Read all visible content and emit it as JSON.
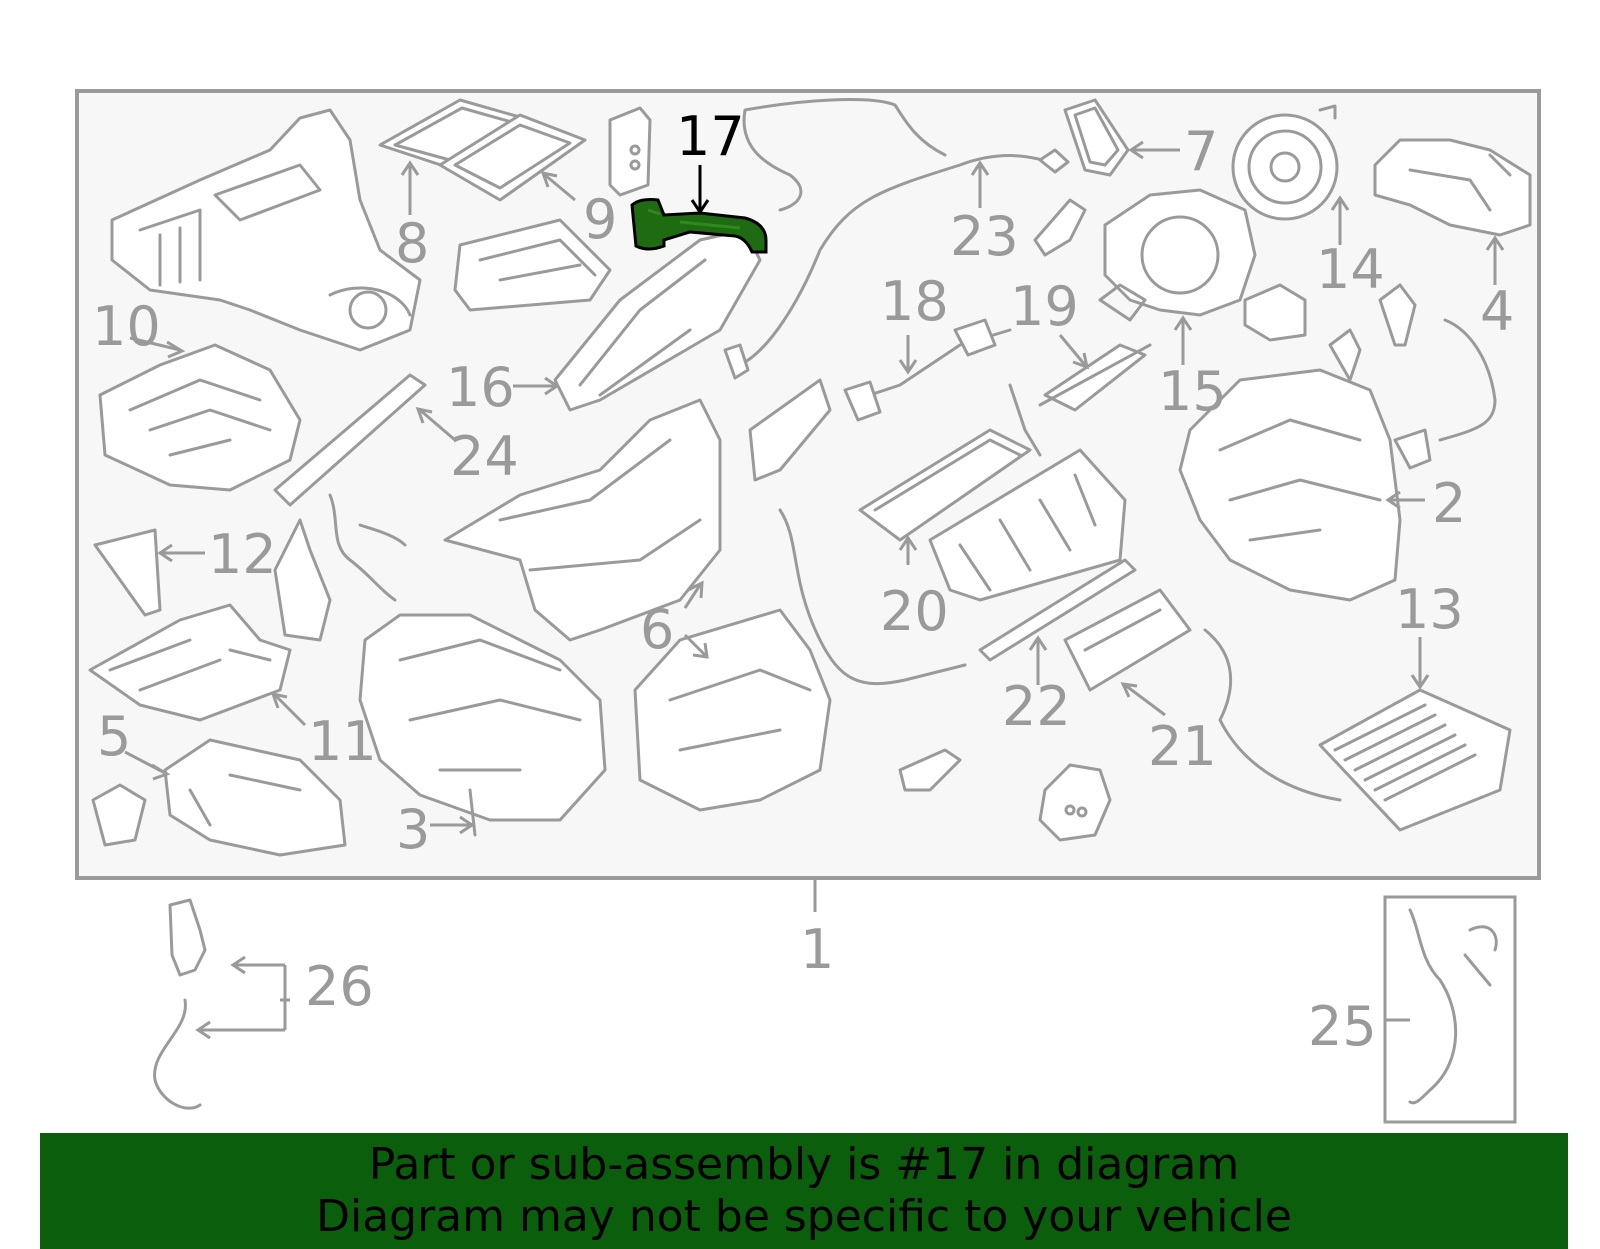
{
  "diagram": {
    "callouts": [
      {
        "id": "1",
        "label": "1"
      },
      {
        "id": "2",
        "label": "2"
      },
      {
        "id": "3",
        "label": "3"
      },
      {
        "id": "4",
        "label": "4"
      },
      {
        "id": "5",
        "label": "5"
      },
      {
        "id": "6",
        "label": "6"
      },
      {
        "id": "7",
        "label": "7"
      },
      {
        "id": "8",
        "label": "8"
      },
      {
        "id": "9",
        "label": "9"
      },
      {
        "id": "10",
        "label": "10"
      },
      {
        "id": "11",
        "label": "11"
      },
      {
        "id": "12",
        "label": "12"
      },
      {
        "id": "13",
        "label": "13"
      },
      {
        "id": "14",
        "label": "14"
      },
      {
        "id": "15",
        "label": "15"
      },
      {
        "id": "16",
        "label": "16"
      },
      {
        "id": "17",
        "label": "17",
        "highlighted": true
      },
      {
        "id": "18",
        "label": "18"
      },
      {
        "id": "19",
        "label": "19"
      },
      {
        "id": "20",
        "label": "20"
      },
      {
        "id": "21",
        "label": "21"
      },
      {
        "id": "22",
        "label": "22"
      },
      {
        "id": "23",
        "label": "23"
      },
      {
        "id": "24",
        "label": "24"
      },
      {
        "id": "25",
        "label": "25"
      },
      {
        "id": "26",
        "label": "26"
      }
    ]
  },
  "banner": {
    "line1": "Part or sub-assembly is #17 in diagram",
    "line2": "Diagram may not be specific to your vehicle",
    "background_color": "#0b5e0b"
  },
  "colors": {
    "highlight": "#1f6b12",
    "line": "#9a9a9a",
    "frame_fill": "#f7f7f7"
  }
}
